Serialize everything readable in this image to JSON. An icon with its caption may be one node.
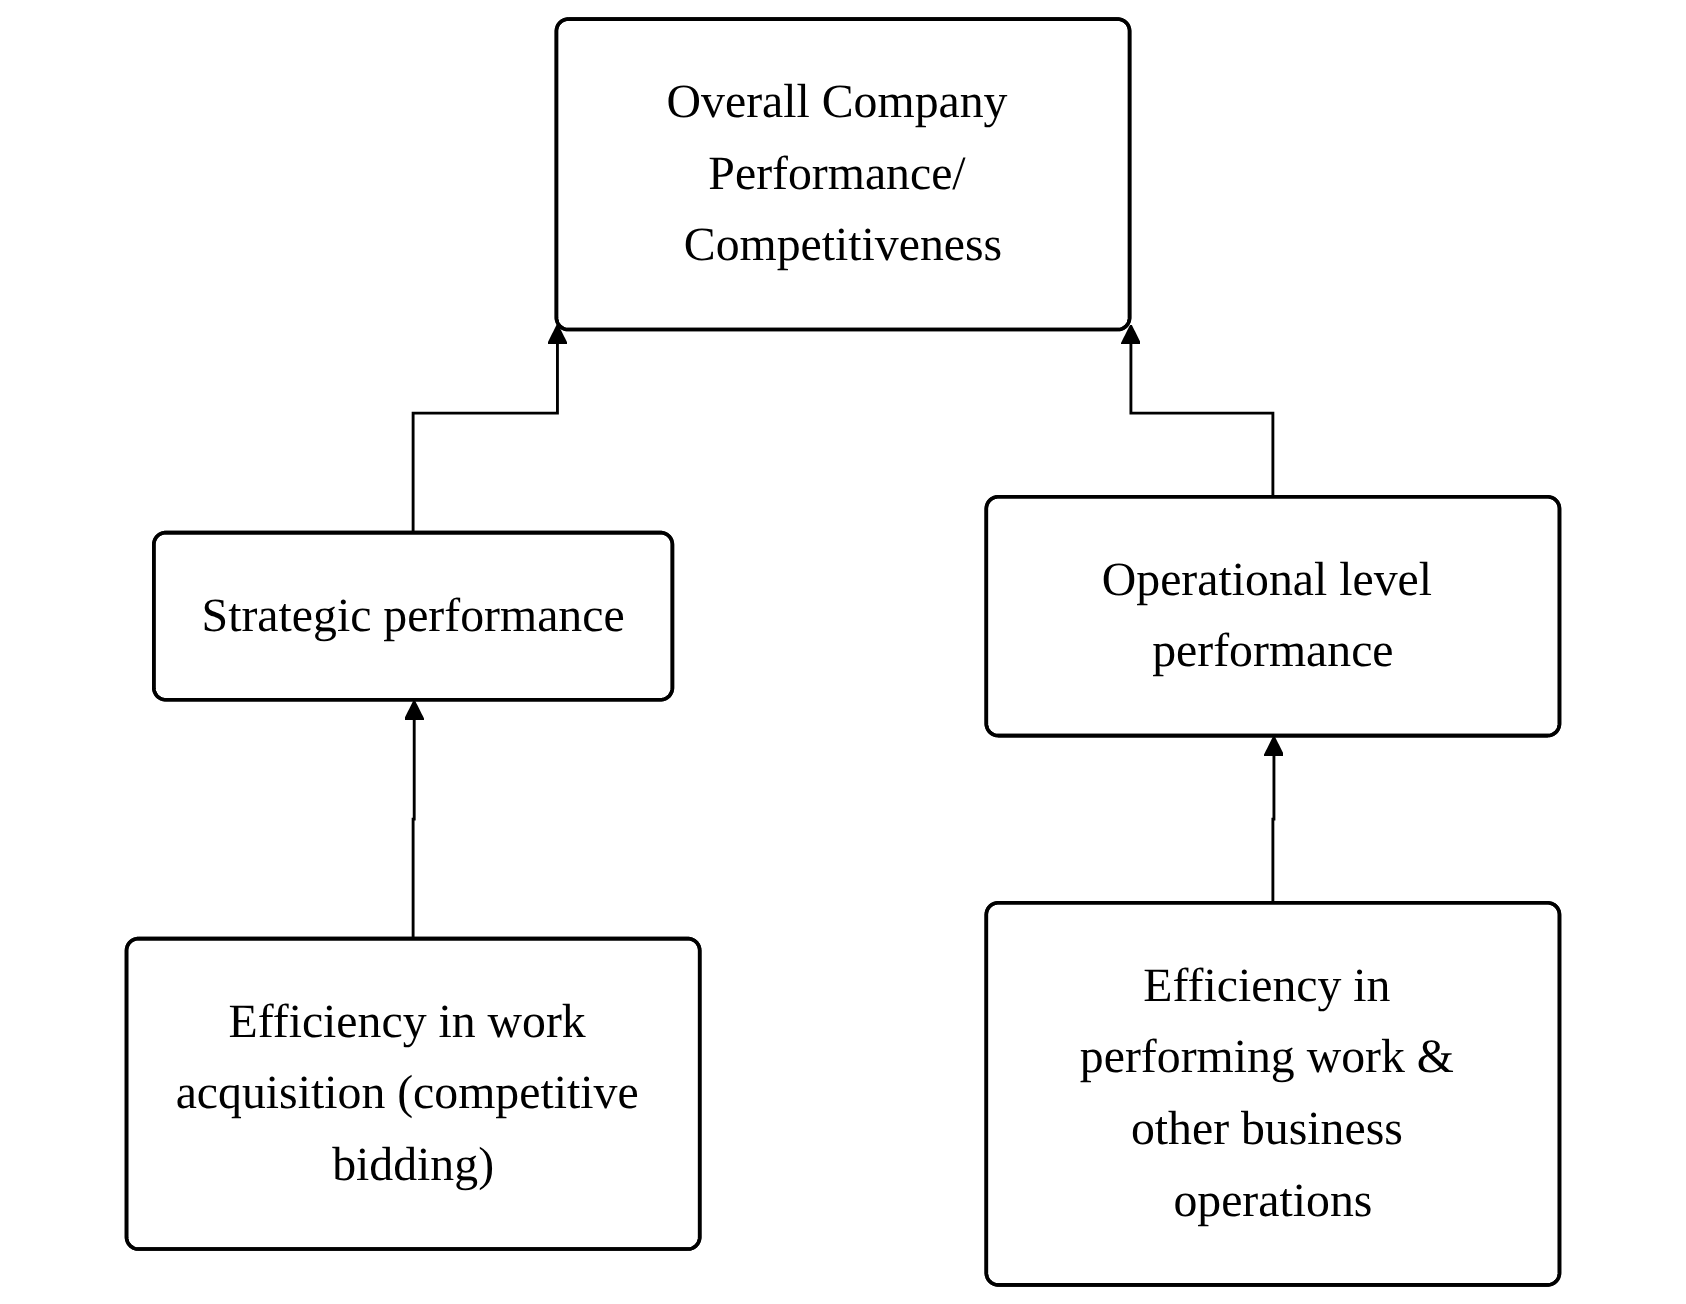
{
  "diagram": {
    "nodes": [
      {
        "text": [
          "Overall Company Performance/ Competitiveness"
        ]
      },
      {
        "text": [
          "Strategic performance"
        ]
      },
      {
        "text": [
          "Operational level performance"
        ]
      },
      {
        "text": [
          "Efficiency in work acquisition (competitive bidding)"
        ]
      },
      {
        "text": [
          "Efficiency in performing work & other business operations"
        ]
      }
    ],
    "edges": [
      {
        "from": 1,
        "to": 0,
        "arrow": "to"
      },
      {
        "from": 2,
        "to": 0,
        "arrow": "to"
      },
      {
        "from": 3,
        "to": 1,
        "arrow": "to"
      },
      {
        "from": 4,
        "to": 2,
        "arrow": "to"
      }
    ]
  }
}
